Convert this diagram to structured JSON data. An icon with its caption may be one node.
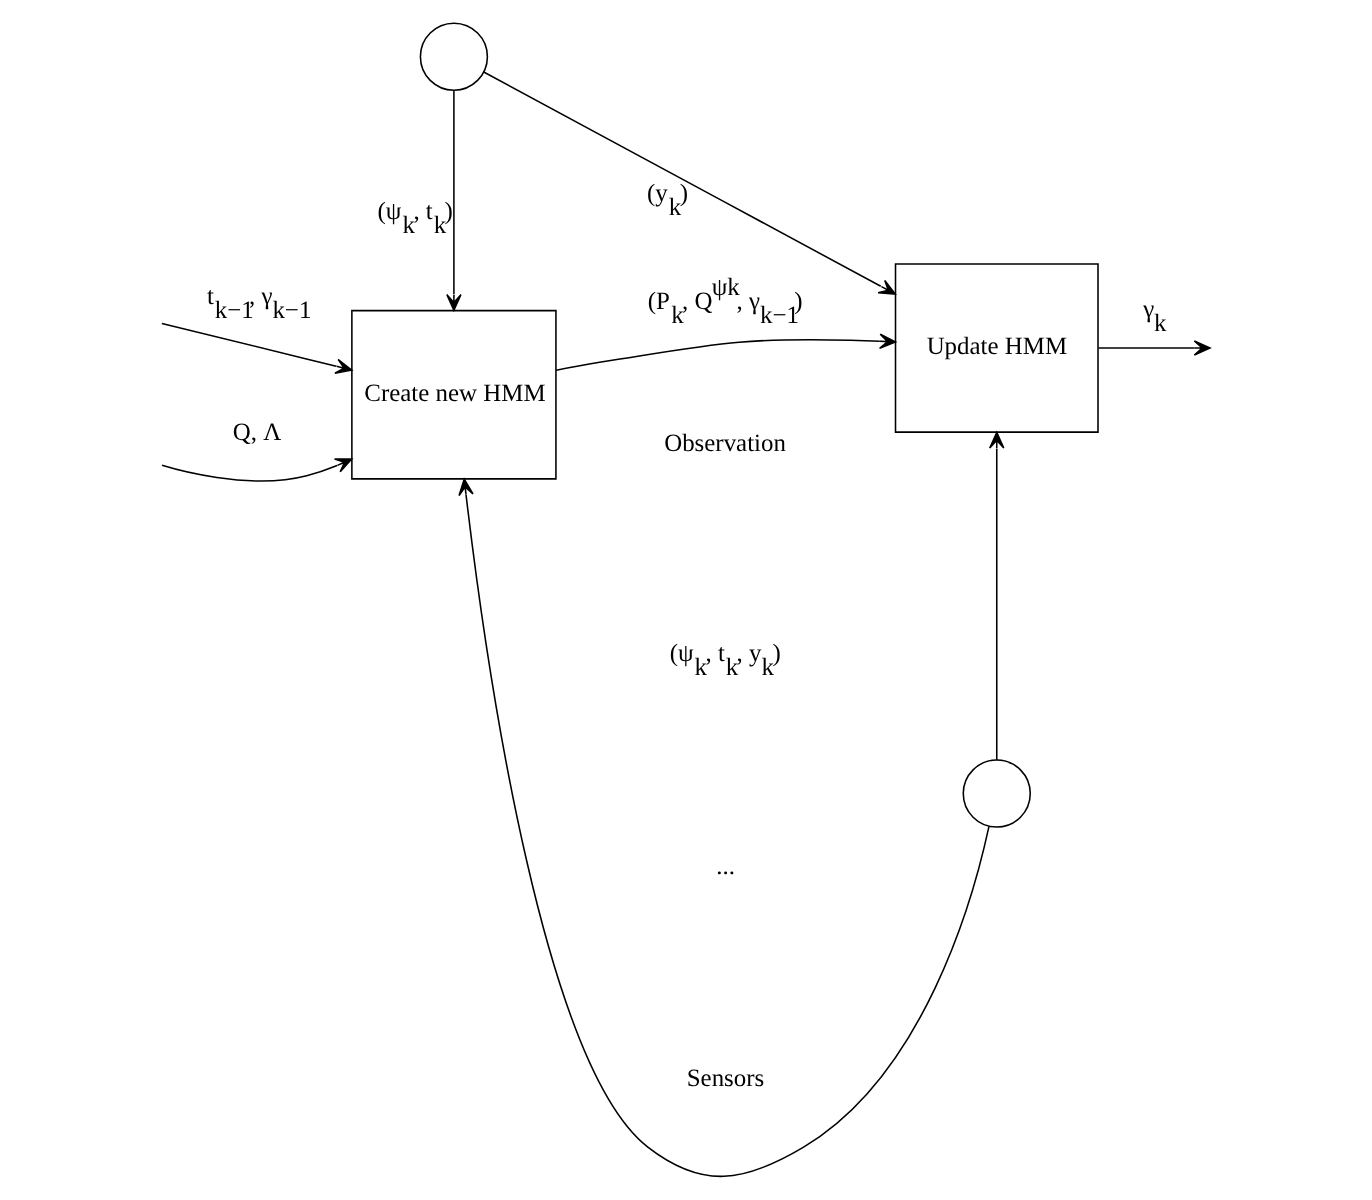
{
  "diagram": {
    "nodes": [
      {
        "text": [
          "Create new HMM"
        ]
      },
      {
        "text": [
          "Update HMM"
        ]
      },
      {
        "text": [],
        "shape": "circle"
      },
      {
        "text": [],
        "shape": "circle"
      }
    ],
    "edges": [
      {
        "from": null,
        "to": 0,
        "arrow": "to",
        "label": "t$_{k−1}$, γ$_{k−1}$"
      },
      {
        "from": null,
        "to": 0,
        "arrow": "to",
        "label": "Q, Λ"
      },
      {
        "from": 0,
        "to": 1,
        "arrow": "to",
        "label": "(P$_{k}$, Q$^{ψk}$, γ$_{k−1}$)"
      },
      {
        "from": 1,
        "to": null,
        "arrow": "to",
        "label": "γ$_{k}$"
      },
      {
        "from": 2,
        "to": 0,
        "arrow": "to",
        "label": "(ψ$_{k}$, t$_{k}$)"
      },
      {
        "from": 3,
        "to": 0,
        "arrow": "to"
      },
      {
        "from": 2,
        "to": 1,
        "arrow": "to",
        "label": "(y$_{k}$)"
      },
      {
        "from": 3,
        "to": 1,
        "arrow": "to"
      }
    ],
    "labels": [
      "Observation",
      "(ψ$_{k}$, t$_{k}$, y$_{k}$)",
      "...",
      "Sensors"
    ]
  }
}
